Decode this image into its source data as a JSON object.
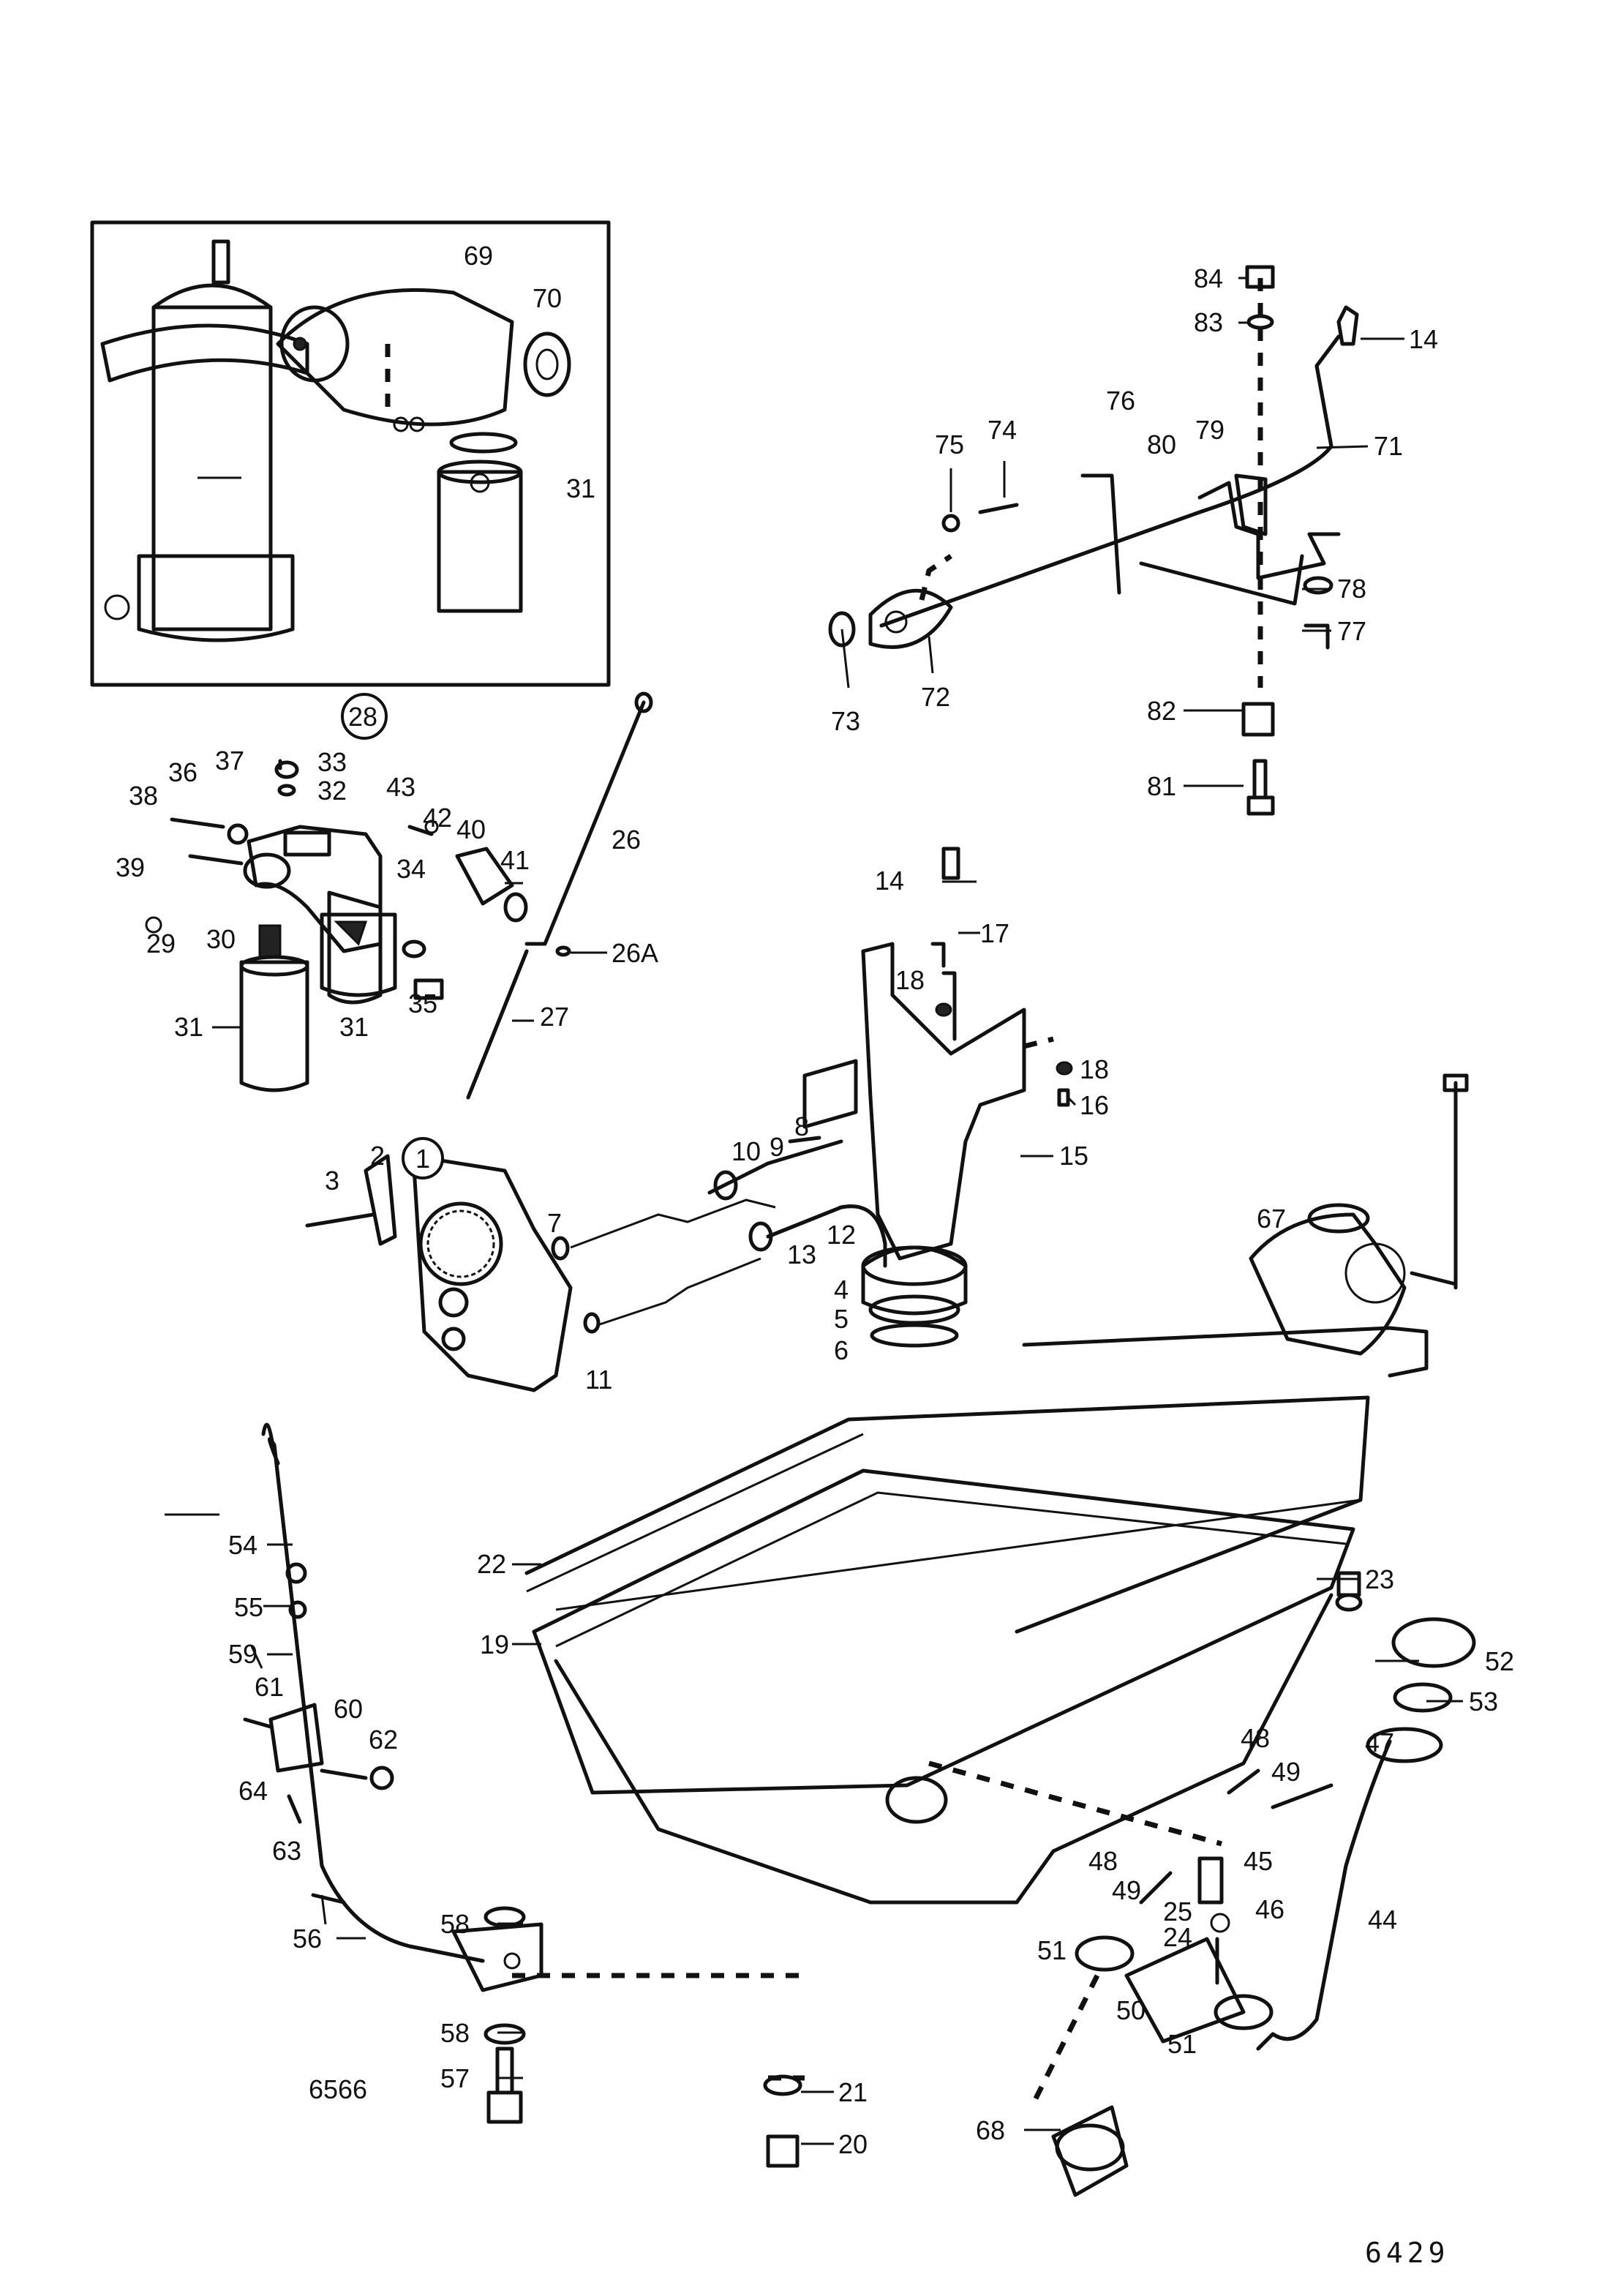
{
  "figure_number": "6429",
  "callouts": {
    "c1": "1",
    "c2": "2",
    "c3": "3",
    "c4": "4",
    "c5": "5",
    "c6": "6",
    "c7": "7",
    "c8": "8",
    "c9": "9",
    "c10": "10",
    "c11": "11",
    "c12": "12",
    "c13": "13",
    "c14a": "14",
    "c14b": "14",
    "c15": "15",
    "c16": "16",
    "c17": "17",
    "c18a": "18",
    "c18b": "18",
    "c19": "19",
    "c20": "20",
    "c21": "21",
    "c22": "22",
    "c23": "23",
    "c24": "24",
    "c25": "25",
    "c26": "26",
    "c26A": "26A",
    "c27": "27",
    "c28": "28",
    "c29": "29",
    "c30": "30",
    "c31a": "31",
    "c31b": "31",
    "c31c": "31",
    "c32": "32",
    "c33": "33",
    "c34": "34",
    "c35": "35",
    "c36": "36",
    "c37": "37",
    "c38": "38",
    "c39": "39",
    "c40": "40",
    "c41": "41",
    "c42": "42",
    "c43": "43",
    "c44": "44",
    "c45": "45",
    "c46": "46",
    "c47": "47",
    "c48a": "48",
    "c48b": "48",
    "c49a": "49",
    "c49b": "49",
    "c50": "50",
    "c51a": "51",
    "c51b": "51",
    "c52": "52",
    "c53": "53",
    "c54": "54",
    "c55": "55",
    "c56": "56",
    "c57": "57",
    "c58a": "58",
    "c58b": "58",
    "c59": "59",
    "c60": "60",
    "c61": "61",
    "c62": "62",
    "c63": "63",
    "c64": "64",
    "c65": "65",
    "c66": "66",
    "c67": "67",
    "c68": "68",
    "c69": "69",
    "c70": "70",
    "c71": "71",
    "c72": "72",
    "c73": "73",
    "c74": "74",
    "c75": "75",
    "c76": "76",
    "c77": "77",
    "c78": "78",
    "c79": "79",
    "c80": "80",
    "c81": "81",
    "c82": "82",
    "c83": "83",
    "c84": "84"
  }
}
